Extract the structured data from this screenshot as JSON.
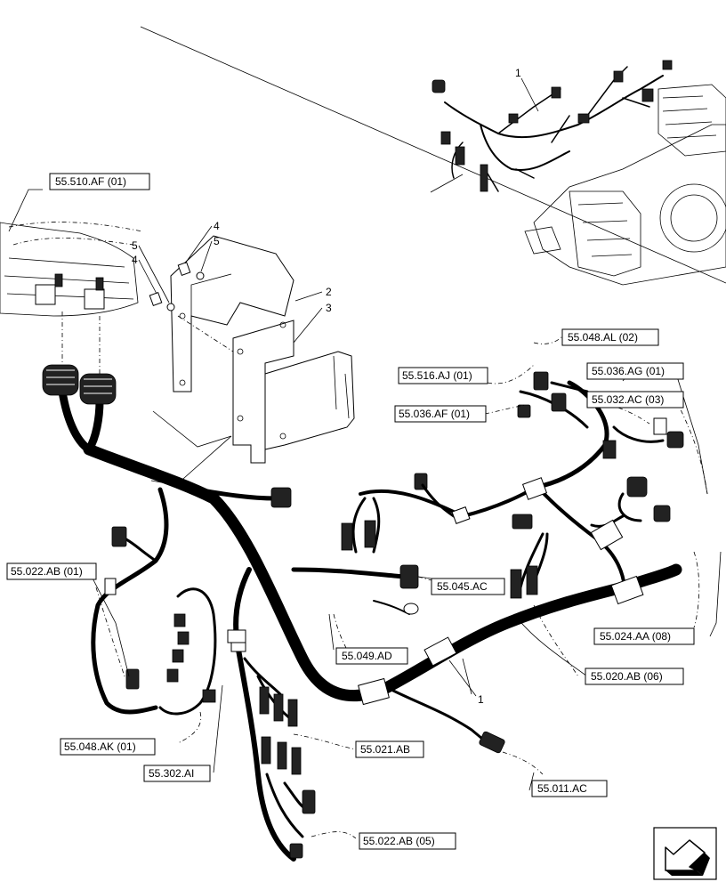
{
  "references": [
    {
      "id": "55-510-af-01",
      "text": "55.510.AF (01)"
    },
    {
      "id": "55-048-al-02",
      "text": "55.048.AL (02)"
    },
    {
      "id": "55-516-aj-01",
      "text": "55.516.AJ (01)"
    },
    {
      "id": "55-036-ag-01",
      "text": "55.036.AG (01)"
    },
    {
      "id": "55-032-ac-03",
      "text": "55.032.AC (03)"
    },
    {
      "id": "55-036-af-01",
      "text": "55.036.AF (01)"
    },
    {
      "id": "55-022-ab-01",
      "text": "55.022.AB (01)"
    },
    {
      "id": "55-045-ac",
      "text": "55.045.AC"
    },
    {
      "id": "55-024-aa-08",
      "text": "55.024.AA (08)"
    },
    {
      "id": "55-049-ad",
      "text": "55.049.AD"
    },
    {
      "id": "55-020-ab-06",
      "text": "55.020.AB (06)"
    },
    {
      "id": "55-048-ak-01",
      "text": "55.048.AK (01)"
    },
    {
      "id": "55-021-ab",
      "text": "55.021.AB"
    },
    {
      "id": "55-302-ai",
      "text": "55.302.AI"
    },
    {
      "id": "55-011-ac",
      "text": "55.011.AC"
    },
    {
      "id": "55-022-ab-05",
      "text": "55.022.AB (05)"
    }
  ],
  "item_numbers": {
    "inset_harness": "1",
    "main_harness": "1",
    "bracket_a": "2",
    "bracket_b": "3",
    "bolt_left": "4",
    "washer_left": "5",
    "bolt_right": "4",
    "washer_right": "5"
  },
  "icons": {
    "direction": "direction-arrow-icon"
  }
}
